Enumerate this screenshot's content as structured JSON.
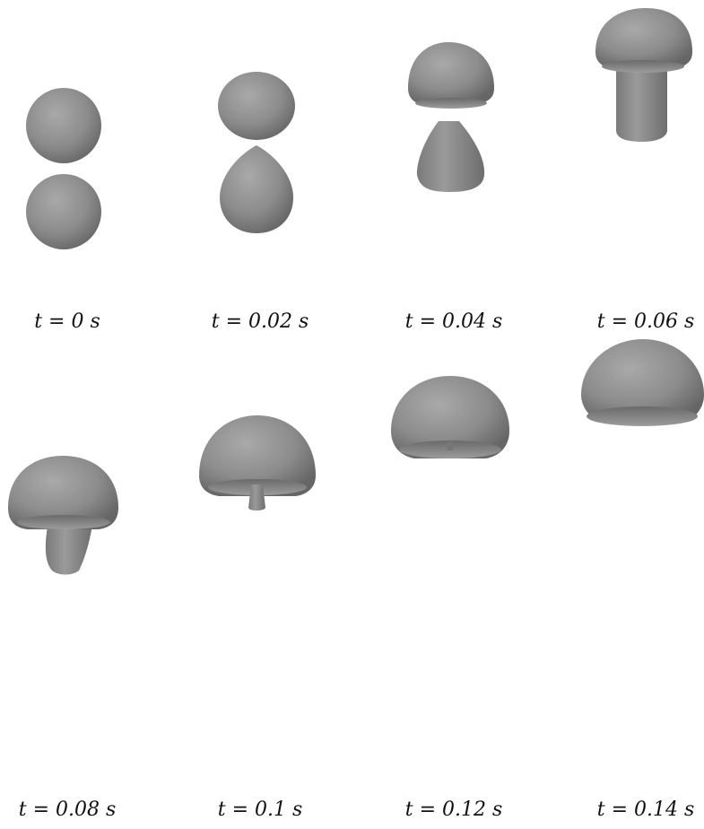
{
  "figure": {
    "panels": [
      {
        "caption": "t = 0 s",
        "t": "0",
        "unit": "s"
      },
      {
        "caption": "t = 0.02 s",
        "t": "0.02",
        "unit": "s"
      },
      {
        "caption": "t = 0.04 s",
        "t": "0.04",
        "unit": "s"
      },
      {
        "caption": "t = 0.06 s",
        "t": "0.06",
        "unit": "s"
      },
      {
        "caption": "t = 0.08 s",
        "t": "0.08",
        "unit": "s"
      },
      {
        "caption": "t = 0.1 s",
        "t": "0.1",
        "unit": "s"
      },
      {
        "caption": "t = 0.12 s",
        "t": "0.12",
        "unit": "s"
      },
      {
        "caption": "t = 0.14 s",
        "t": "0.14",
        "unit": "s"
      }
    ],
    "colors": {
      "surface": "#8c8c8c",
      "shadow": "#5a5a5a",
      "highlight": "#a9a9a9"
    }
  }
}
